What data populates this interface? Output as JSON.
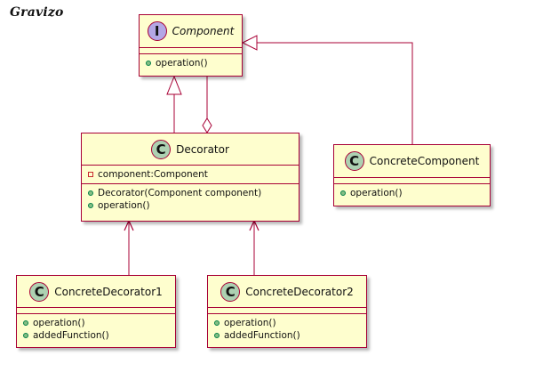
{
  "logo": "Gravizo",
  "colors": {
    "box_fill": "#fefece",
    "border": "#a80036",
    "class_badge": "#add1b2",
    "interface_badge": "#b4a7e5",
    "public_marker": "#84be84",
    "private_marker": "#c82930"
  },
  "classes": {
    "component": {
      "stereotype": "I",
      "name": "Component",
      "fields": [],
      "methods": [
        {
          "visibility": "public",
          "text": "operation()"
        }
      ]
    },
    "decorator": {
      "stereotype": "C",
      "name": "Decorator",
      "fields": [
        {
          "visibility": "private",
          "text": "component:Component"
        }
      ],
      "methods": [
        {
          "visibility": "public",
          "text": "Decorator(Component component)"
        },
        {
          "visibility": "public",
          "text": "operation()"
        }
      ]
    },
    "concrete_component": {
      "stereotype": "C",
      "name": "ConcreteComponent",
      "fields": [],
      "methods": [
        {
          "visibility": "public",
          "text": "operation()"
        }
      ]
    },
    "concrete_decorator1": {
      "stereotype": "C",
      "name": "ConcreteDecorator1",
      "fields": [],
      "methods": [
        {
          "visibility": "public",
          "text": "operation()"
        },
        {
          "visibility": "public",
          "text": "addedFunction()"
        }
      ]
    },
    "concrete_decorator2": {
      "stereotype": "C",
      "name": "ConcreteDecorator2",
      "fields": [],
      "methods": [
        {
          "visibility": "public",
          "text": "operation()"
        },
        {
          "visibility": "public",
          "text": "addedFunction()"
        }
      ]
    }
  },
  "relations": [
    {
      "from": "decorator",
      "to": "component",
      "type": "realization"
    },
    {
      "from": "concrete_component",
      "to": "component",
      "type": "realization"
    },
    {
      "from": "decorator",
      "to": "component",
      "type": "aggregation"
    },
    {
      "from": "concrete_decorator1",
      "to": "decorator",
      "type": "association"
    },
    {
      "from": "concrete_decorator2",
      "to": "decorator",
      "type": "association"
    }
  ]
}
